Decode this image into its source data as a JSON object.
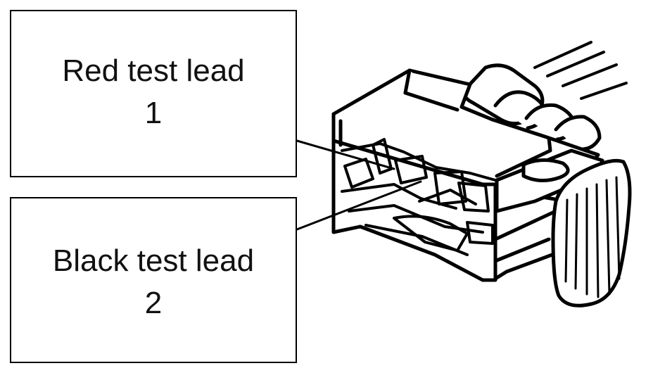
{
  "labels": {
    "red": {
      "line1": "Red test lead",
      "line2": "1"
    },
    "black": {
      "line1": "Black test lead",
      "line2": "2"
    }
  },
  "colors": {
    "ink": "#000000",
    "background": "#ffffff"
  }
}
